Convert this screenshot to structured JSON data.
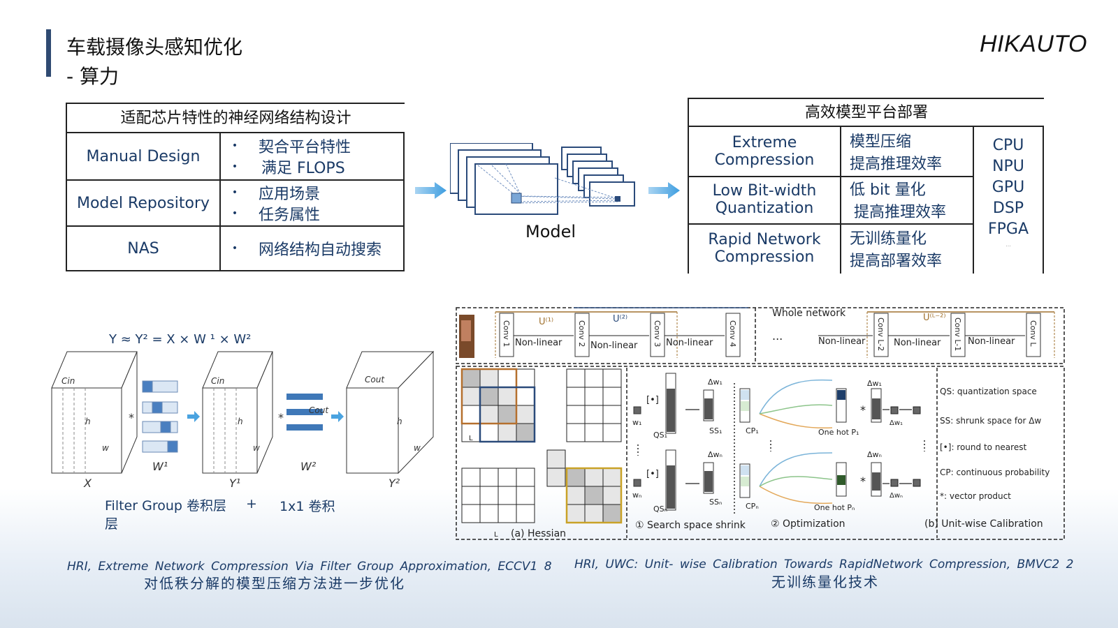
{
  "header": {
    "title_line1": "车载摄像头感知优化",
    "title_line2": "- 算力",
    "brand": "HIKAUTO"
  },
  "left_table": {
    "header": "适配芯片特性的神经网络结构设计",
    "rows": [
      {
        "name": "Manual Design",
        "items": [
          "契合平台特性",
          "满足 FLOPS"
        ]
      },
      {
        "name": "Model Repository",
        "items": [
          "应用场景",
          "任务属性"
        ]
      },
      {
        "name": "NAS",
        "items": [
          "网络结构自动搜索"
        ]
      }
    ]
  },
  "model_label": "Model",
  "right_table": {
    "header": "高效模型平台部署",
    "rows": [
      {
        "name_line1": "Extreme",
        "name_line2": "Compression",
        "desc_line1": "模型压缩",
        "desc_line2": "提高推理效率"
      },
      {
        "name_line1": "Low Bit-width",
        "name_line2": "Quantization",
        "desc_line1": "低 bit 量化",
        "desc_line2": "提高推理效率"
      },
      {
        "name_line1": "Rapid Network",
        "name_line2": "Compression",
        "desc_line1": "无训练量化",
        "desc_line2": "提高部署效率"
      }
    ],
    "hardware": [
      "CPU",
      "NPU",
      "GPU",
      "DSP",
      "FPGA"
    ],
    "hardware_more": "..."
  },
  "left_figure": {
    "equation": "Y ≈ Y² = X × W ¹ × W²",
    "labels": {
      "cin": "Cin",
      "cout": "Cout",
      "h": "h",
      "w": "w",
      "x": "X",
      "y1": "Y¹",
      "y2": "Y²",
      "w1": "W¹",
      "w2": "W²",
      "times": "*"
    },
    "caption_line1": "Filter Group 卷积层",
    "caption_line2": "层",
    "caption_plus": "+",
    "caption_1x1": "1x1 卷积",
    "citation": "HRI,  Extreme  Network  Compression  Via  Filter  Group  Approximation,  ECCV1 8",
    "subtitle": "对低秩分解的模型压缩方法进一步优化"
  },
  "right_figure": {
    "top_labels": {
      "u1": "U⁽¹⁾",
      "u2": "U⁽²⁾",
      "uL2": "U⁽ᴸ⁻²⁾",
      "whole": "Whole network",
      "dots": "..."
    },
    "convs": [
      "Conv 1",
      "Conv 2",
      "Conv 3",
      "Conv 4",
      "Conv L-2",
      "Conv L-1",
      "Conv L"
    ],
    "nonlinear": "Non-linear",
    "panel_a": "(a) Hessian",
    "panel_a_L": "L",
    "panel_b1": "① Search space shrink",
    "panel_b2": "② Optimization",
    "panel_b": "(b) Unit-wise Calibration",
    "sym": {
      "round": "[•]",
      "qs1": "QS₁",
      "qsn": "QSₙ",
      "ss1": "SS₁",
      "ssn": "SSₙ",
      "cp1": "CP₁",
      "cpn": "CPₙ",
      "w1": "w₁",
      "wn": "wₙ",
      "dw1": "Δw₁",
      "dwn": "Δwₙ",
      "onehot1": "One hot P₁",
      "onehotn": "One hot Pₙ",
      "star": "*"
    },
    "legend": [
      "QS: quantization space",
      "SS: shrunk  space for Δw",
      "[•]: round to nearest",
      "CP: continuous probability",
      "*:  vector product"
    ],
    "citation": "HRI,  UWC:  Unit- wise  Calibration  Towards  RapidNetwork  Compression,  BMVC2 2",
    "subtitle": "无训练量化技术"
  },
  "colors": {
    "accent": "#2f4a72",
    "text_blue": "#1a3a66",
    "arrow": "#4aa3e0",
    "orange": "#b5702e",
    "navy": "#2a4a7a",
    "gold": "#c9a227",
    "model_blue": "#2a4a7a"
  }
}
